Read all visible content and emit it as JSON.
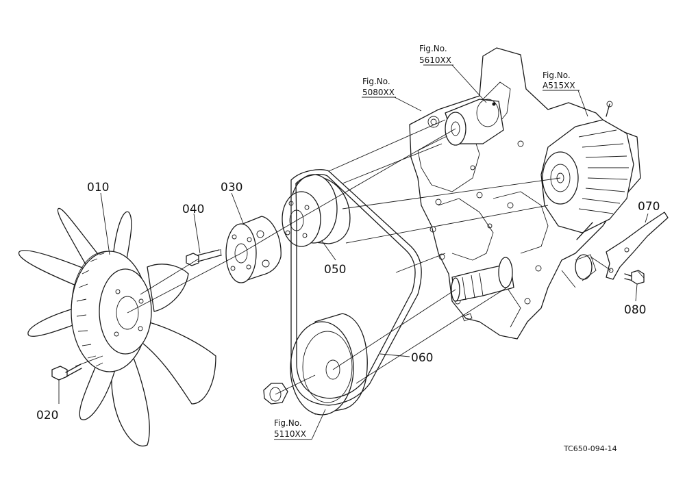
{
  "parts": [
    {
      "num": "010"
    },
    {
      "num": "020"
    },
    {
      "num": "030"
    },
    {
      "num": "040"
    },
    {
      "num": "050"
    },
    {
      "num": "060"
    },
    {
      "num": "070"
    },
    {
      "num": "080"
    }
  ],
  "fig_refs": [
    {
      "label": "Fig.No.",
      "code": "5610XX"
    },
    {
      "label": "Fig.No.",
      "code": "5080XX"
    },
    {
      "label": "Fig.No.",
      "code": "A515XX"
    },
    {
      "label": "Fig.No.",
      "code": "5110XX"
    }
  ],
  "drawing_code": "TC650-094-14"
}
